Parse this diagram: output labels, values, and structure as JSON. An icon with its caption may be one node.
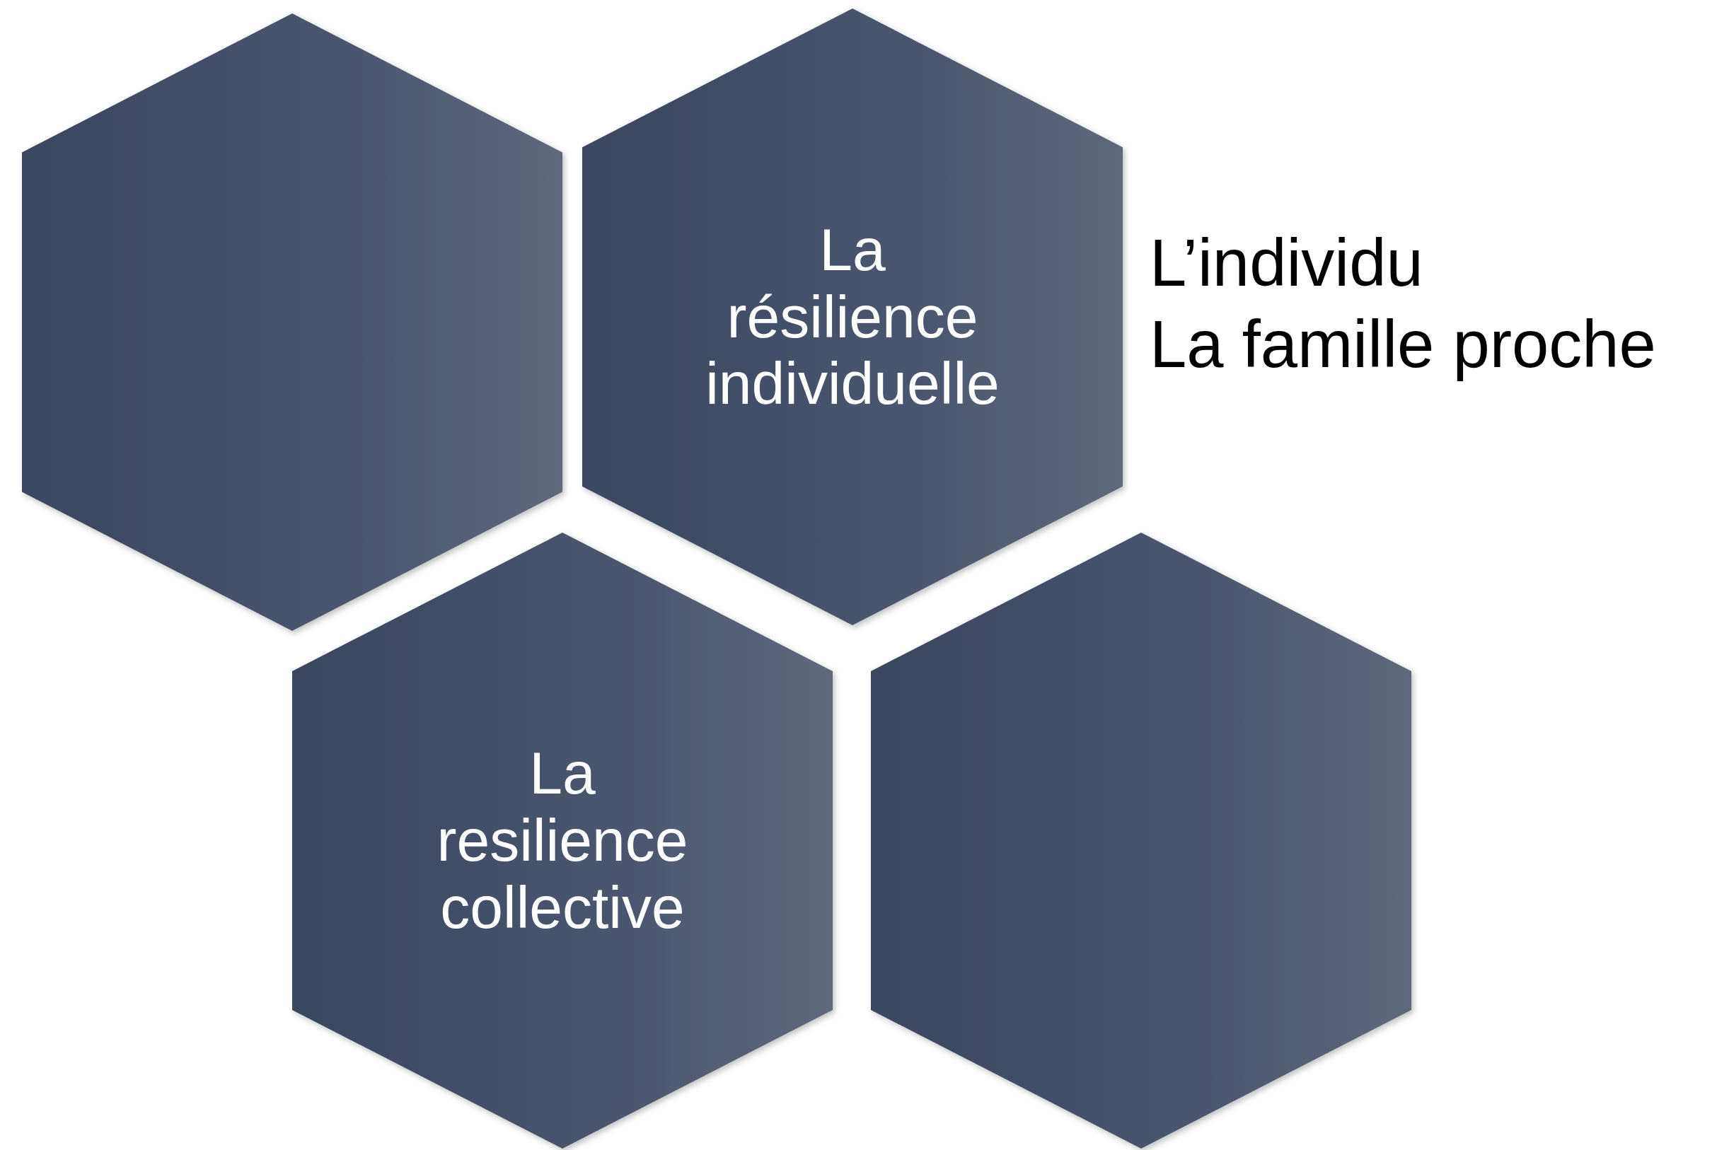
{
  "diagram": {
    "nodes": [
      {
        "text": [],
        "shape": "hexagon"
      },
      {
        "text": [
          "La résilience individuelle"
        ]
      },
      {
        "text": [
          "La resilience collective"
        ]
      },
      {
        "text": [],
        "shape": "hexagon"
      }
    ],
    "labels": [
      "L’individu",
      "La famille proche"
    ]
  }
}
